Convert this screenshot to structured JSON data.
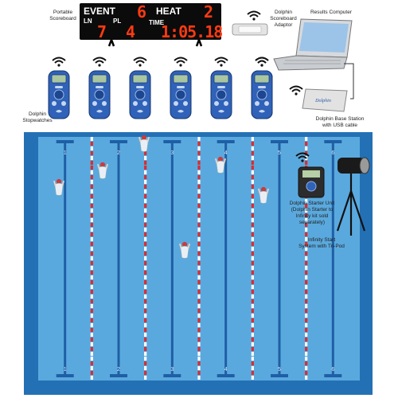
{
  "scoreboard": {
    "event_label": "EVENT",
    "event_value": "6",
    "heat_label": "HEAT",
    "heat_value": "2",
    "lane_label": "LN",
    "place_label": "PL",
    "time_label": "TIME",
    "lane_value": "7",
    "place_value": "4",
    "time_value": "1:05.18"
  },
  "labels": {
    "portable_scoreboard": [
      "Portable",
      "Scoreboard"
    ],
    "scoreboard_adaptor": [
      "Dolphin",
      "Scoreboard",
      "Adaptor"
    ],
    "results_computer": [
      "Results Computer"
    ],
    "stopwatches": [
      "Dolphin",
      "Stopwatches"
    ],
    "base_station": [
      "Dolphin Base Station",
      "with USB cable"
    ],
    "starter_unit": [
      "Dolphin Starter Unit",
      "(Dolphin Starter to",
      "Infinity kit sold separately)"
    ],
    "infinity_start": [
      "Infinity Start",
      "System with Tri-Pod"
    ]
  },
  "device_brand": "Dolphin",
  "lanes": [
    "1",
    "2",
    "3",
    "4",
    "5",
    "6"
  ],
  "colors": {
    "pool_water": "#5aa9de",
    "pool_deck": "#2470b5",
    "lane_line": "#1f5fa5",
    "rope_red": "#e12a2a",
    "rope_white": "#ffffff",
    "stopwatch_body": "#2f62b8",
    "scoreboard_digits": "#ff3a12"
  }
}
